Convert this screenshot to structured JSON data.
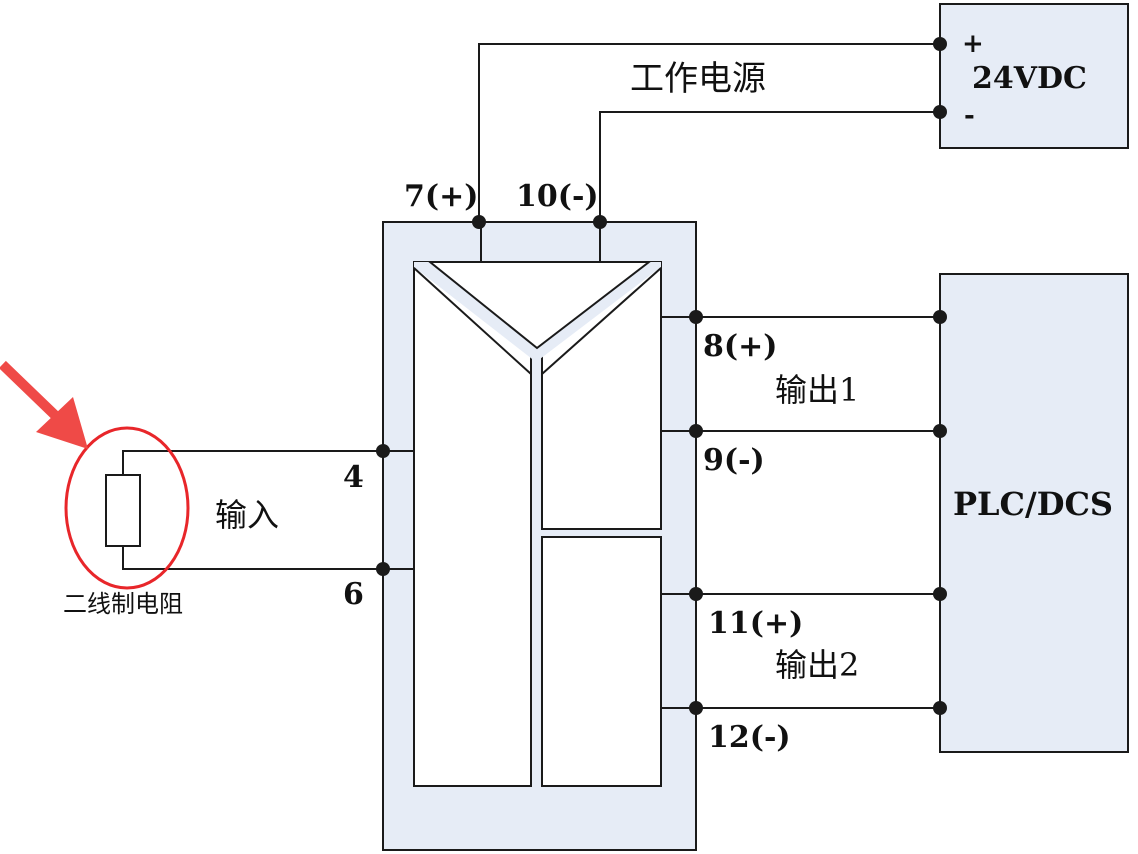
{
  "power": {
    "caption": "工作电源",
    "supply_label": "24VDC",
    "plus_sign": "+",
    "minus_sign": "-"
  },
  "module": {
    "terminal_power_pos": "7(+)",
    "terminal_power_neg": "10(-)",
    "terminal_input_a": "4",
    "terminal_input_b": "6",
    "terminal_out1_pos": "8(+)",
    "terminal_out1_neg": "9(-)",
    "terminal_out2_pos": "11(+)",
    "terminal_out2_neg": "12(-)"
  },
  "input": {
    "caption": "输入",
    "sensor_label": "二线制电阻"
  },
  "outputs": {
    "out1_caption": "输出1",
    "out2_caption": "输出2"
  },
  "controller": {
    "label": "PLC/DCS"
  },
  "colors": {
    "box_fill": "#e6ecf6",
    "highlight": "#e8262a",
    "arrow": "#ef4a47",
    "line": "#1a1a1a"
  }
}
